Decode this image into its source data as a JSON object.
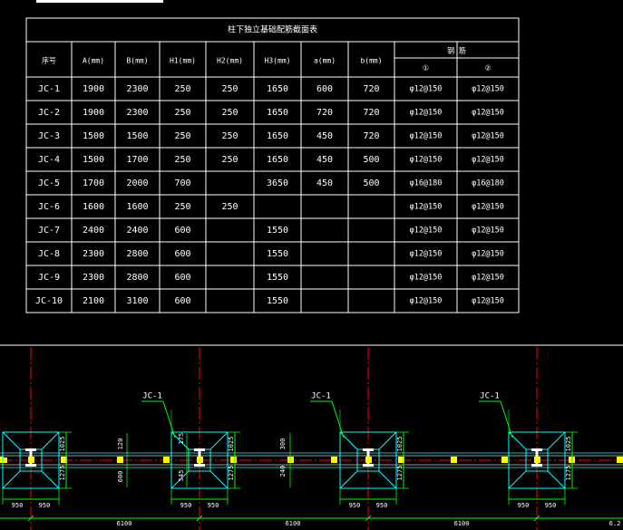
{
  "table": {
    "title": "柱下独立基础配筋截面表",
    "columns": [
      "序号",
      "A(mm)",
      "B(mm)",
      "H1(mm)",
      "H2(mm)",
      "H3(mm)",
      "a(mm)",
      "b(mm)"
    ],
    "rebar_group": "钢 筋",
    "rebar_cols": [
      "①",
      "②"
    ],
    "rows": [
      [
        "JC-1",
        "1900",
        "2300",
        "250",
        "250",
        "1650",
        "600",
        "720",
        "φ12@150",
        "φ12@150"
      ],
      [
        "JC-2",
        "1900",
        "2300",
        "250",
        "250",
        "1650",
        "720",
        "720",
        "φ12@150",
        "φ12@150"
      ],
      [
        "JC-3",
        "1500",
        "1500",
        "250",
        "250",
        "1650",
        "450",
        "720",
        "φ12@150",
        "φ12@150"
      ],
      [
        "JC-4",
        "1500",
        "1700",
        "250",
        "250",
        "1650",
        "450",
        "500",
        "φ12@150",
        "φ12@150"
      ],
      [
        "JC-5",
        "1700",
        "2000",
        "700",
        "",
        "3650",
        "450",
        "500",
        "φ16@180",
        "φ16@180"
      ],
      [
        "JC-6",
        "1600",
        "1600",
        "250",
        "250",
        "",
        "",
        "",
        "φ12@150",
        "φ12@150"
      ],
      [
        "JC-7",
        "2400",
        "2400",
        "600",
        "",
        "1550",
        "",
        "",
        "φ12@150",
        "φ12@150"
      ],
      [
        "JC-8",
        "2300",
        "2800",
        "600",
        "",
        "1550",
        "",
        "",
        "φ12@150",
        "φ12@150"
      ],
      [
        "JC-9",
        "2300",
        "2800",
        "600",
        "",
        "1550",
        "",
        "",
        "φ12@150",
        "φ12@150"
      ],
      [
        "JC-10",
        "2100",
        "3100",
        "600",
        "",
        "1550",
        "",
        "",
        "φ12@150",
        "φ12@150"
      ]
    ]
  },
  "plan": {
    "footing_label": "JC-1",
    "dim_half": "950",
    "dim_1025": "1025",
    "dim_1275": "1275",
    "dim_120": "120",
    "dim_600": "600",
    "dim_175": "175",
    "dim_545": "545",
    "dim_300": "300",
    "dim_240": "240",
    "bay_span": "6100",
    "bay_span_cut": "6.2"
  },
  "colors": {
    "background": "#000000",
    "table_lines": "#ffffff",
    "axis": "#ff0000",
    "footing": "#00ffff",
    "wall": "#9a9a9a",
    "dimension": "#00ff00",
    "anchor": "#ffff00"
  }
}
